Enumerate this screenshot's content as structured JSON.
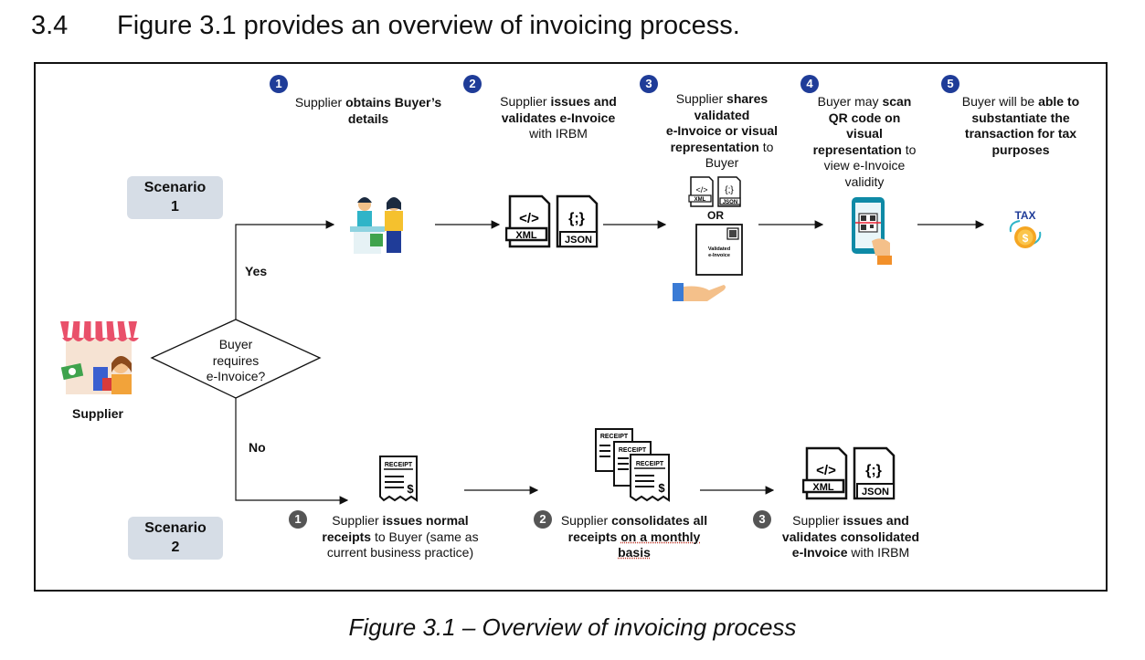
{
  "header": {
    "section_number": "3.4",
    "title": "Figure 3.1 provides an overview of invoicing process."
  },
  "caption": "Figure 3.1 – Overview of invoicing process",
  "supplier": {
    "label": "Supplier"
  },
  "decision": {
    "line1": "Buyer",
    "line2": "requires",
    "line3": "e-Invoice?"
  },
  "branches": {
    "yes": "Yes",
    "no": "No"
  },
  "scenario1": {
    "line1": "Scenario",
    "line2": "1",
    "steps": [
      {
        "num": "1",
        "parts": [
          {
            "t": "Supplier ",
            "b": false
          },
          {
            "t": "obtains Buyer’s",
            "b": true
          },
          {
            "br": true
          },
          {
            "t": "details",
            "b": true
          }
        ]
      },
      {
        "num": "2",
        "parts": [
          {
            "t": "Supplier ",
            "b": false
          },
          {
            "t": "issues and",
            "b": true
          },
          {
            "br": true
          },
          {
            "t": "validates e-Invoice",
            "b": true
          },
          {
            "br": true
          },
          {
            "t": "with IRBM",
            "b": false
          }
        ]
      },
      {
        "num": "3",
        "parts": [
          {
            "t": "Supplier ",
            "b": false
          },
          {
            "t": "shares",
            "b": true
          },
          {
            "br": true
          },
          {
            "t": "validated",
            "b": true
          },
          {
            "br": true
          },
          {
            "t": "e-Invoice or visual",
            "b": true
          },
          {
            "br": true
          },
          {
            "t": "representation",
            "b": true
          },
          {
            "t": " to",
            "b": false
          },
          {
            "br": true
          },
          {
            "t": "Buyer",
            "b": false
          }
        ]
      },
      {
        "num": "4",
        "parts": [
          {
            "t": "Buyer may ",
            "b": false
          },
          {
            "t": "scan",
            "b": true
          },
          {
            "br": true
          },
          {
            "t": "QR code on",
            "b": true
          },
          {
            "br": true
          },
          {
            "t": "visual",
            "b": true
          },
          {
            "br": true
          },
          {
            "t": "representation",
            "b": true
          },
          {
            "t": " to",
            "b": false
          },
          {
            "br": true
          },
          {
            "t": "view e-Invoice",
            "b": false
          },
          {
            "br": true
          },
          {
            "t": "validity",
            "b": false
          }
        ]
      },
      {
        "num": "5",
        "parts": [
          {
            "t": "Buyer will be ",
            "b": false
          },
          {
            "t": "able to",
            "b": true
          },
          {
            "br": true
          },
          {
            "t": "substantiate the",
            "b": true
          },
          {
            "br": true
          },
          {
            "t": "transaction for tax",
            "b": true
          },
          {
            "br": true
          },
          {
            "t": "purposes",
            "b": true
          }
        ]
      }
    ],
    "or_label": "OR",
    "icons": {
      "xml": "XML",
      "json": "JSON",
      "json_glyph": "{;}",
      "code_glyph": "</>",
      "validated": "Validated",
      "einvoice": "e-Invoice",
      "tax": "TAX"
    }
  },
  "scenario2": {
    "line1": "Scenario",
    "line2": "2",
    "steps": [
      {
        "num": "1",
        "parts": [
          {
            "t": "Supplier ",
            "b": false
          },
          {
            "t": "issues normal",
            "b": true
          },
          {
            "br": true
          },
          {
            "t": "receipts",
            "b": true
          },
          {
            "t": " to Buyer (same as",
            "b": false
          },
          {
            "br": true
          },
          {
            "t": "current business practice)",
            "b": false
          }
        ]
      },
      {
        "num": "2",
        "parts": [
          {
            "t": "Supplier ",
            "b": false
          },
          {
            "t": "consolidates all",
            "b": true
          },
          {
            "br": true
          },
          {
            "t": "receipts ",
            "b": true
          },
          {
            "t": "on a monthly",
            "b": true,
            "u": true
          },
          {
            "br": true
          },
          {
            "t": "basis",
            "b": true,
            "u": true
          }
        ]
      },
      {
        "num": "3",
        "parts": [
          {
            "t": "Supplier ",
            "b": false
          },
          {
            "t": "issues and",
            "b": true
          },
          {
            "br": true
          },
          {
            "t": "validates consolidated",
            "b": true
          },
          {
            "br": true
          },
          {
            "t": "e-Invoice",
            "b": true
          },
          {
            "t": " with IRBM",
            "b": false
          }
        ]
      }
    ],
    "icons": {
      "receipt": "RECEIPT",
      "dollar": "$"
    }
  },
  "colors": {
    "step_badge_blue": "#1f3c98",
    "step_badge_grey": "#555555",
    "scenario_box": "#d6dde6"
  }
}
